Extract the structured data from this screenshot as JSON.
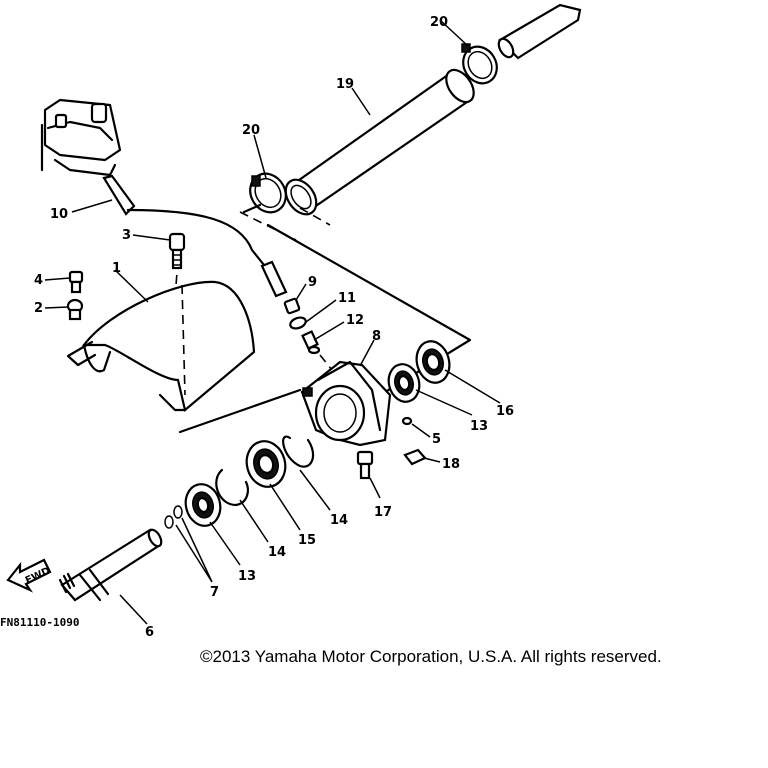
{
  "callouts": {
    "c1": "1",
    "c2": "2",
    "c3": "3",
    "c4": "4",
    "c5": "5",
    "c6": "6",
    "c7": "7",
    "c8": "8",
    "c9": "9",
    "c10": "10",
    "c11": "11",
    "c12": "12",
    "c13a": "13",
    "c13b": "13",
    "c14a": "14",
    "c14b": "14",
    "c15": "15",
    "c16": "16",
    "c17": "17",
    "c18": "18",
    "c19": "19",
    "c20a": "20",
    "c20b": "20"
  },
  "fwd_label": "FWD",
  "diagram_code": "FN81110-1090",
  "copyright": "©2013 Yamaha Motor Corporation, U.S.A. All rights reserved."
}
